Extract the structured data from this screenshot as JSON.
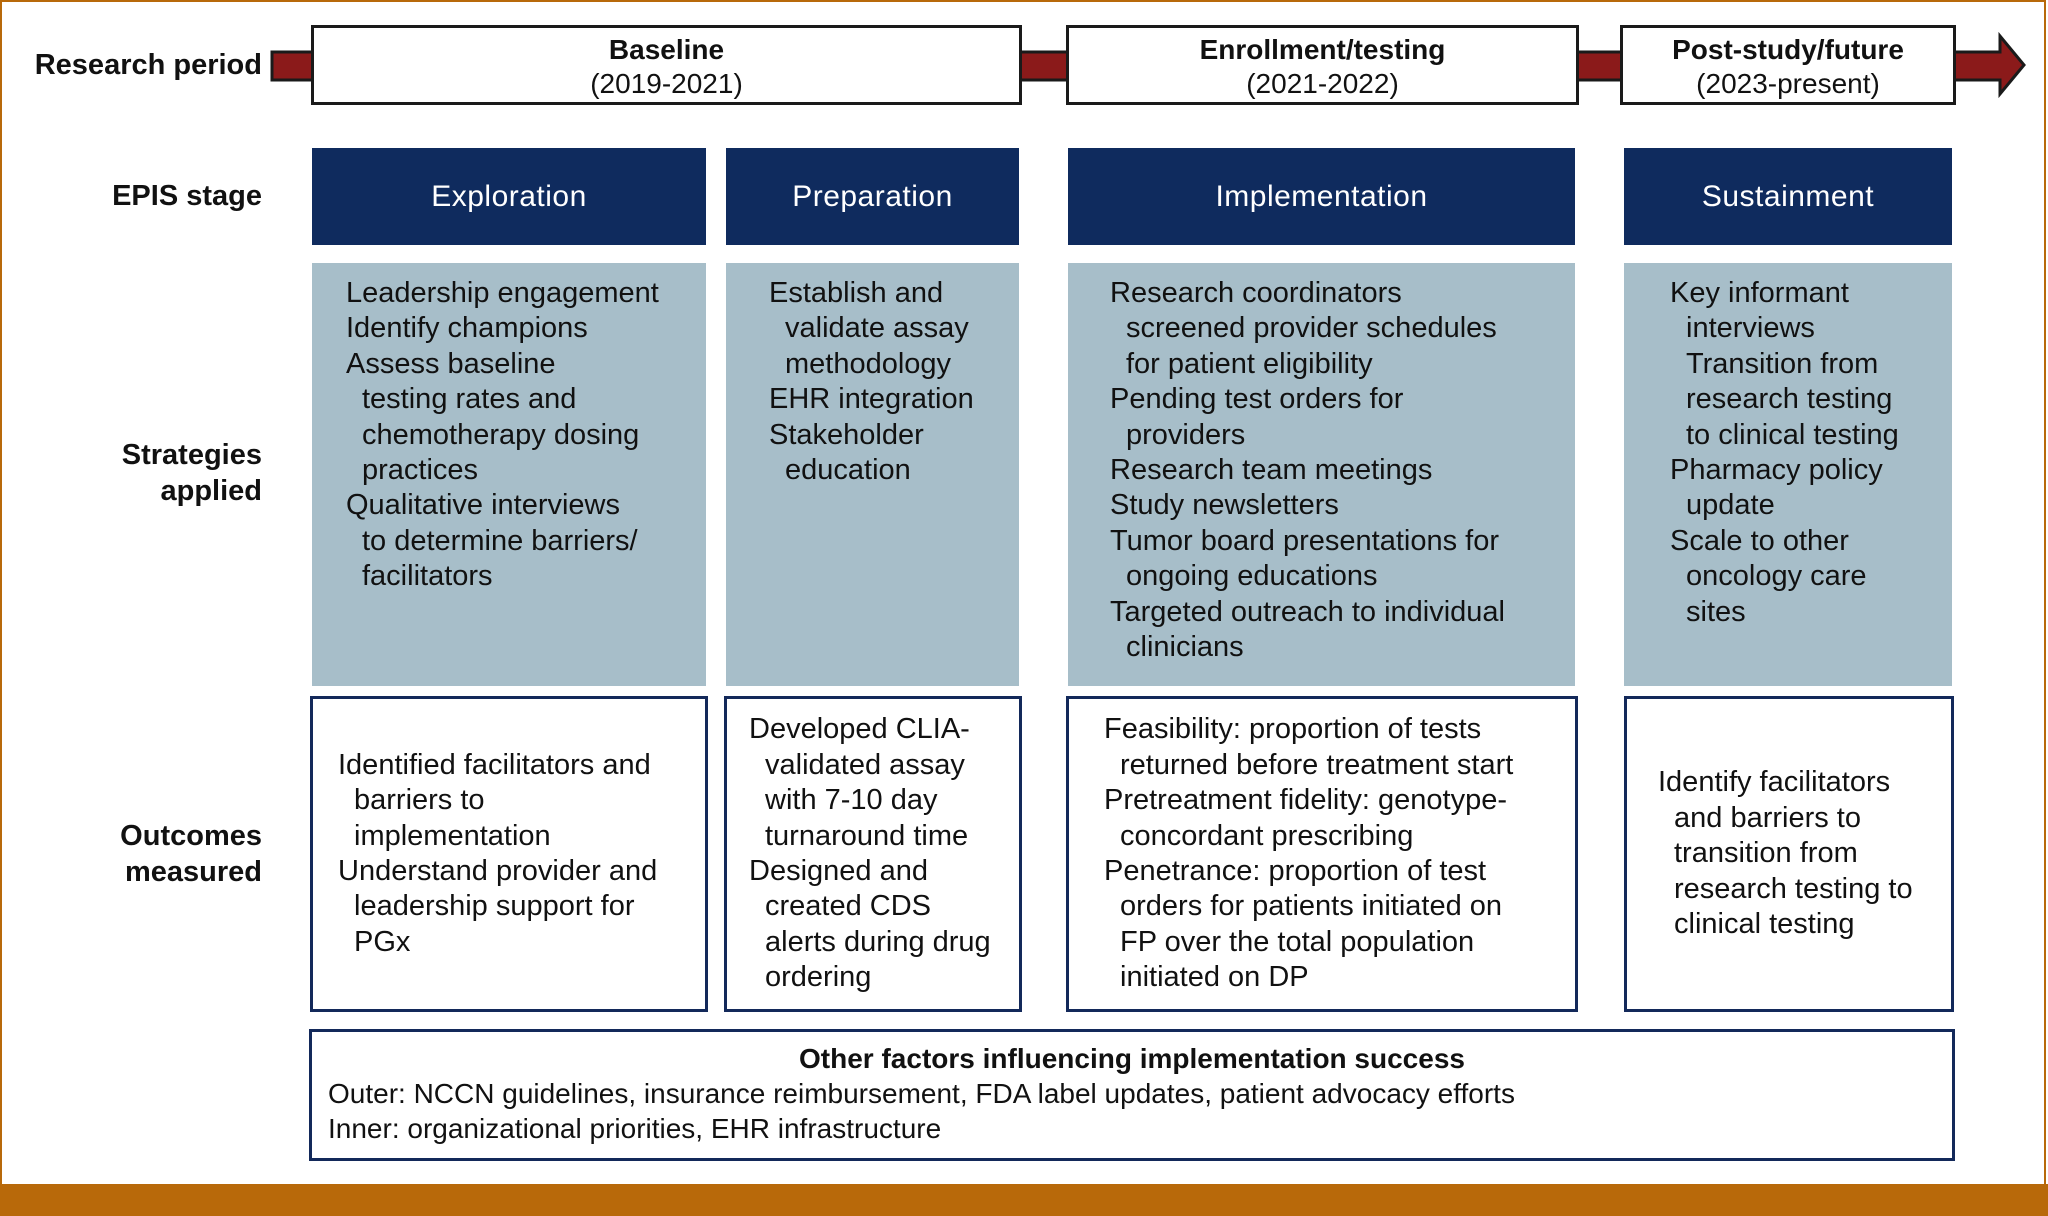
{
  "row_labels": {
    "research_period": "Research period",
    "epis_stage": "EPIS stage",
    "strategies": [
      "Strategies",
      "applied"
    ],
    "outcomes": [
      "Outcomes",
      "measured"
    ]
  },
  "periods": [
    {
      "title": "Baseline",
      "years": "(2019-2021)"
    },
    {
      "title": "Enrollment/testing",
      "years": "(2021-2022)"
    },
    {
      "title": "Post-study/future",
      "years": "(2023-present)"
    }
  ],
  "epis_stages": [
    "Exploration",
    "Preparation",
    "Implementation",
    "Sustainment"
  ],
  "strategies": [
    [
      "Leadership engagement",
      "Identify champions",
      "Assess baseline",
      "  testing rates and",
      "  chemotherapy dosing",
      "  practices",
      "Qualitative interviews",
      "  to determine barriers/",
      "  facilitators"
    ],
    [
      "Establish and",
      "  validate assay",
      "  methodology",
      "EHR integration",
      "Stakeholder",
      "  education"
    ],
    [
      "Research coordinators",
      "  screened provider schedules",
      "  for patient eligibility",
      "Pending test orders for",
      "  providers",
      "Research team meetings",
      "Study newsletters",
      "Tumor board presentations for",
      "  ongoing educations",
      "Targeted outreach to individual",
      "  clinicians"
    ],
    [
      "Key informant",
      "  interviews",
      " Transition from",
      "  research testing",
      "  to clinical testing",
      "Pharmacy policy",
      "  update",
      "Scale to other",
      "  oncology care",
      "  sites"
    ]
  ],
  "outcomes": [
    [
      "Identified facilitators and",
      "  barriers to",
      "  implementation",
      "Understand provider and",
      "  leadership support for",
      "  PGx"
    ],
    [
      "Developed CLIA-",
      "  validated assay",
      "  with 7-10 day",
      "  turnaround time",
      "Designed and",
      "  created CDS",
      "  alerts during drug",
      "  ordering"
    ],
    [
      "Feasibility: proportion of tests",
      "  returned before treatment start",
      "Pretreatment fidelity: genotype-",
      "  concordant prescribing",
      "Penetrance: proportion of test",
      "  orders for patients initiated on",
      "  FP over the total population",
      "  initiated on DP"
    ],
    [
      "Identify facilitators",
      "  and barriers to",
      "  transition from",
      "  research testing to",
      "  clinical testing"
    ]
  ],
  "factors": {
    "title": "Other factors influencing implementation success",
    "outer": "Outer: NCCN guidelines, insurance reimbursement, FDA label updates, patient advocacy efforts",
    "inner": "Inner: organizational priorities, EHR infrastructure"
  },
  "colors": {
    "navy": "#0f2b5e",
    "strategy_fill": "#a7bec9",
    "arrow": "#8b1a1a",
    "frame": "#b8690a"
  }
}
